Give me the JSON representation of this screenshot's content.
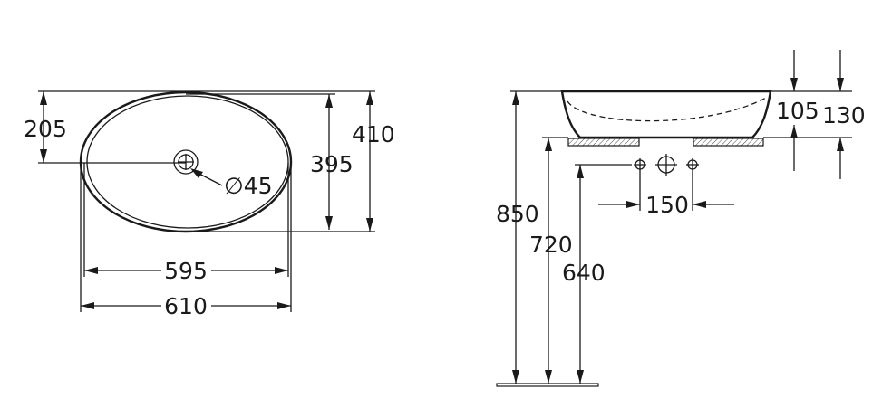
{
  "top_view": {
    "dim_205": "205",
    "dim_410": "410",
    "dim_395": "395",
    "dim_595": "595",
    "dim_610": "610",
    "dim_drain": "45"
  },
  "side_view": {
    "dim_105": "105",
    "dim_130": "130",
    "dim_150": "150",
    "dim_850": "850",
    "dim_720": "720",
    "dim_640": "640"
  }
}
